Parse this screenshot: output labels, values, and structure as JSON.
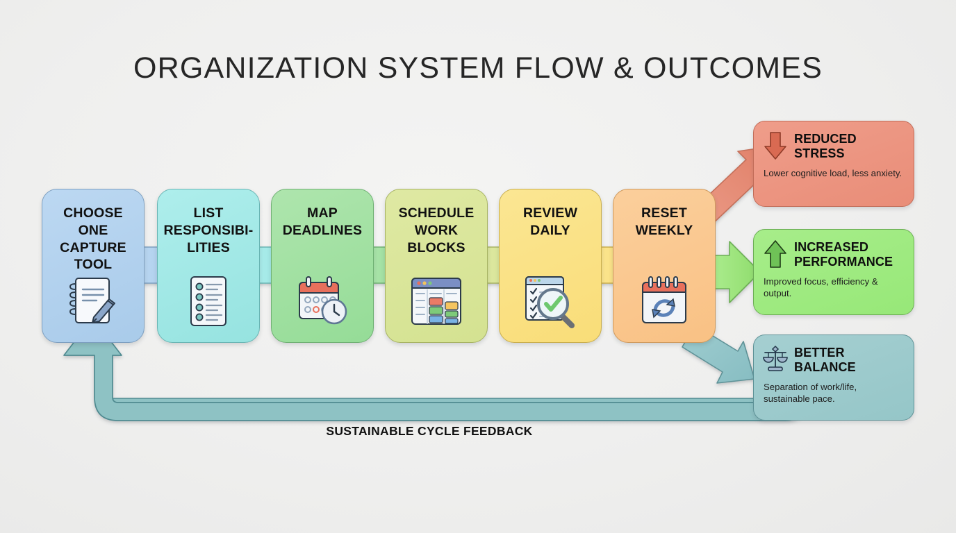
{
  "title": "ORGANIZATION SYSTEM FLOW & OUTCOMES",
  "background_color": "#efefee",
  "flow": {
    "steps": [
      {
        "id": "choose-capture-tool",
        "caption": "CHOOSE ONE CAPTURE TOOL",
        "icon": "notepad-pencil-icon",
        "color": "#b3d3ef"
      },
      {
        "id": "list-responsibilities",
        "caption": "LIST RESPONSIBI-LITIES",
        "icon": "checklist-icon",
        "color": "#a4e8e5"
      },
      {
        "id": "map-deadlines",
        "caption": "MAP DEADLINES",
        "icon": "calendar-clock-icon",
        "color": "#a5e2a6"
      },
      {
        "id": "schedule-work-blocks",
        "caption": "SCHEDULE WORK BLOCKS",
        "icon": "calendar-app-blocks-icon",
        "color": "#d9e69a"
      },
      {
        "id": "review-daily",
        "caption": "REVIEW DAILY",
        "icon": "magnifier-checkmark-icon",
        "color": "#fae287"
      },
      {
        "id": "reset-weekly",
        "caption": "RESET WEEKLY",
        "icon": "calendar-refresh-icon",
        "color": "#fac890"
      }
    ],
    "connector_colors": [
      "#b3d3ef",
      "#a4e8e5",
      "#a5e2a6",
      "#d9e69a",
      "#fae287"
    ]
  },
  "outcomes": [
    {
      "id": "reduced-stress",
      "title": "REDUCED STRESS",
      "description": "Lower cognitive load, less anxiety.",
      "icon": "arrow-down-icon",
      "color": "#ec9481",
      "arrow_color": "#e08a74"
    },
    {
      "id": "increased-performance",
      "title": "INCREASED PERFORMANCE",
      "description": "Improved focus, efficiency & output.",
      "icon": "arrow-up-icon",
      "color": "#9fea81",
      "arrow_color": "#8fdc6c"
    },
    {
      "id": "better-balance",
      "title": "BETTER BALANCE",
      "description": "Separation of work/life, sustainable pace.",
      "icon": "balance-scales-icon",
      "color": "#9dcacc",
      "arrow_color": "#8fc2c6"
    }
  ],
  "feedback_loop": {
    "label": "SUSTAINABLE CYCLE FEEDBACK",
    "color": "#8ec2c4"
  }
}
